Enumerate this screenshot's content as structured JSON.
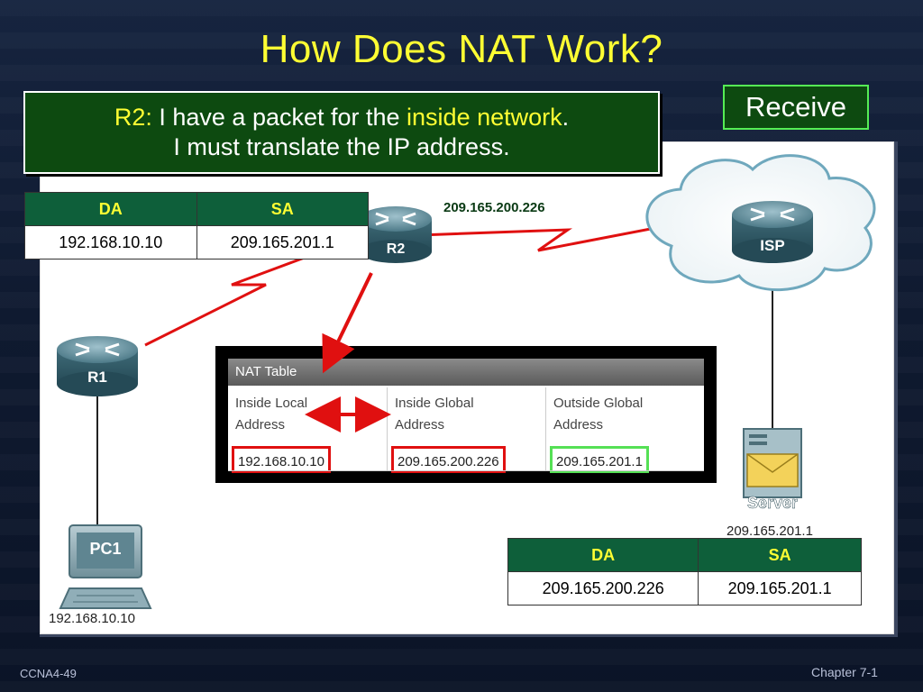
{
  "title": "How Does NAT Work?",
  "callout": {
    "prefix": "R2:",
    "text1": " I have a packet for the ",
    "highlight": "inside network",
    "text2": ".",
    "line2": "I must translate the IP address."
  },
  "receive_label": "Receive",
  "packet_top": {
    "headers": [
      "DA",
      "SA"
    ],
    "values": [
      "192.168.10.10",
      "209.165.201.1"
    ]
  },
  "packet_bottom": {
    "headers": [
      "DA",
      "SA"
    ],
    "values": [
      "209.165.200.226",
      "209.165.201.1"
    ]
  },
  "nat_table": {
    "title": "NAT Table",
    "columns": [
      {
        "line1": "Inside Local",
        "line2": "Address",
        "value": "192.168.10.10",
        "highlight": "red"
      },
      {
        "line1": "Inside Global",
        "line2": "Address",
        "value": "209.165.200.226",
        "highlight": "red"
      },
      {
        "line1": "Outside Global",
        "line2": "Address",
        "value": "209.165.201.1",
        "highlight": "green"
      }
    ]
  },
  "devices": {
    "r1": "R1",
    "r2": "R2",
    "isp": "ISP",
    "pc": "PC1",
    "server": "Server"
  },
  "labels": {
    "wan_ip": "209.165.200.226",
    "pc_ip": "192.168.10.10",
    "server_ip": "209.165.201.1"
  },
  "footer": {
    "left": "CCNA4-49",
    "right": "Chapter 7-1"
  },
  "colors": {
    "title": "#ffff33",
    "callout_bg": "#0d4a10",
    "table_header_bg": "#0e5f3a",
    "highlight_red": "#e01010",
    "highlight_green": "#55e055",
    "wan_link": "#e01010"
  }
}
